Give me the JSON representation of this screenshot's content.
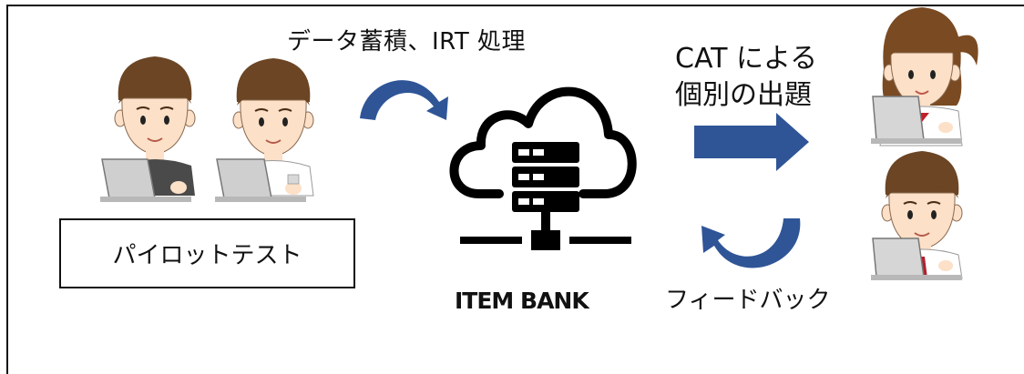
{
  "labels": {
    "data_accumulation": "データ蓄積、IRT 処理",
    "cat_line1": "CAT による",
    "cat_line2": "個別の出題",
    "item_bank": "ITEM BANK",
    "feedback": "フィードバック",
    "pilot_test": "パイロットテスト"
  },
  "colors": {
    "arrow_blue": "#2f5597",
    "arrow_blue_light": "#3f6fb9",
    "icon_black": "#000000",
    "skin": "#fce0c7",
    "hair_brown": "#6b4524",
    "laptop_gray": "#c9c9c9",
    "border": "#111111"
  },
  "icons": [
    "cloud-server-icon",
    "curved-arrow-icon",
    "right-arrow-icon",
    "student-icon"
  ]
}
